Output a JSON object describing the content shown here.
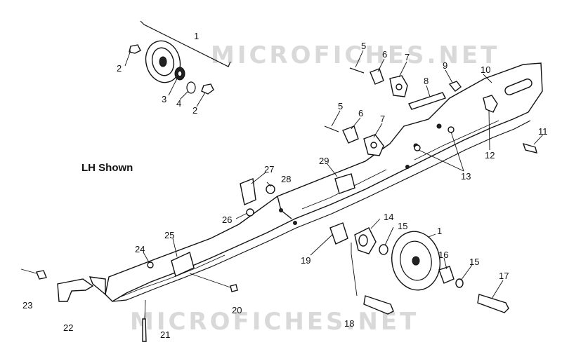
{
  "diagram": {
    "note": "LH Shown",
    "watermark": "MICROFICHES.NET",
    "callouts": [
      {
        "id": "c1a",
        "text": "1"
      },
      {
        "id": "c2a",
        "text": "2"
      },
      {
        "id": "c3",
        "text": "3"
      },
      {
        "id": "c4",
        "text": "4"
      },
      {
        "id": "c2b",
        "text": "2"
      },
      {
        "id": "c5a",
        "text": "5"
      },
      {
        "id": "c6a",
        "text": "6"
      },
      {
        "id": "c7a",
        "text": "7"
      },
      {
        "id": "c8",
        "text": "8"
      },
      {
        "id": "c9",
        "text": "9"
      },
      {
        "id": "c10",
        "text": "10"
      },
      {
        "id": "c5b",
        "text": "5"
      },
      {
        "id": "c6b",
        "text": "6"
      },
      {
        "id": "c7b",
        "text": "7"
      },
      {
        "id": "c11",
        "text": "11"
      },
      {
        "id": "c12",
        "text": "12"
      },
      {
        "id": "c13",
        "text": "13"
      },
      {
        "id": "c29",
        "text": "29"
      },
      {
        "id": "c27",
        "text": "27"
      },
      {
        "id": "c28",
        "text": "28"
      },
      {
        "id": "c26",
        "text": "26"
      },
      {
        "id": "c14",
        "text": "14"
      },
      {
        "id": "c15a",
        "text": "15"
      },
      {
        "id": "c1b",
        "text": "1"
      },
      {
        "id": "c19",
        "text": "19"
      },
      {
        "id": "c25",
        "text": "25"
      },
      {
        "id": "c24",
        "text": "24"
      },
      {
        "id": "c16",
        "text": "16"
      },
      {
        "id": "c15b",
        "text": "15"
      },
      {
        "id": "c17",
        "text": "17"
      },
      {
        "id": "c23",
        "text": "23"
      },
      {
        "id": "c22",
        "text": "22"
      },
      {
        "id": "c20",
        "text": "20"
      },
      {
        "id": "c18",
        "text": "18"
      },
      {
        "id": "c21",
        "text": "21"
      }
    ]
  }
}
